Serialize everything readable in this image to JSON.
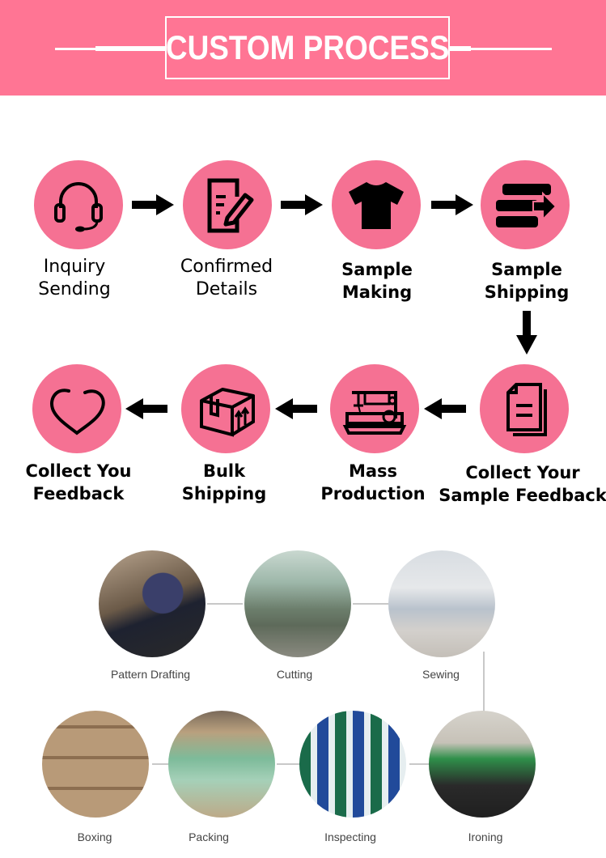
{
  "banner": {
    "title": "CUSTOM PROCESS",
    "color": "#ff7594"
  },
  "steps": [
    {
      "label": [
        "Inquiry",
        "Sending"
      ],
      "icon": "headset-icon"
    },
    {
      "label": [
        "Confirmed",
        "Details"
      ],
      "icon": "document-edit-icon"
    },
    {
      "label": [
        "Sample",
        "Making"
      ],
      "icon": "tshirt-icon"
    },
    {
      "label": [
        "Sample",
        "Shipping"
      ],
      "icon": "shipping-stack-icon"
    },
    {
      "label": [
        "Collect Your",
        "Sample Feedback"
      ],
      "icon": "documents-icon"
    },
    {
      "label": [
        "Mass",
        "Production"
      ],
      "icon": "sewing-machine-icon"
    },
    {
      "label": [
        "Bulk",
        "Shipping"
      ],
      "icon": "package-box-icon"
    },
    {
      "label": [
        "Collect You",
        "Feedback"
      ],
      "icon": "heart-icon"
    }
  ],
  "factory": [
    {
      "label": "Pattern Drafting",
      "photo": "pattern-drafting-photo"
    },
    {
      "label": "Cutting",
      "photo": "cutting-photo"
    },
    {
      "label": "Sewing",
      "photo": "sewing-photo"
    },
    {
      "label": "Ironing",
      "photo": "ironing-photo"
    },
    {
      "label": "Inspecting",
      "photo": "inspecting-photo"
    },
    {
      "label": "Packing",
      "photo": "packing-photo"
    },
    {
      "label": "Boxing",
      "photo": "boxing-photo"
    }
  ]
}
